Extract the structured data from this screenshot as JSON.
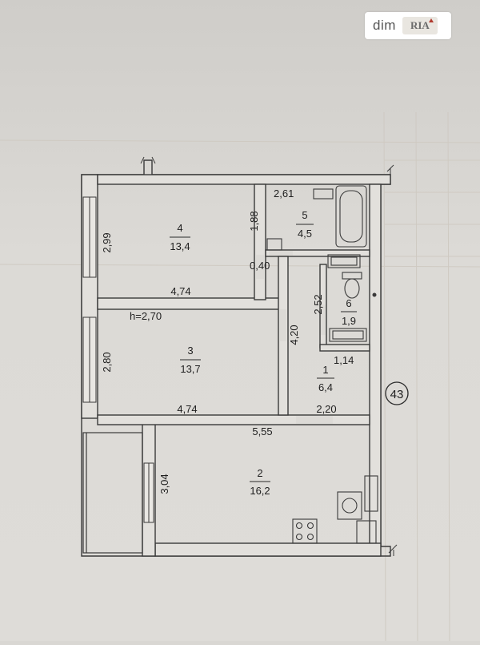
{
  "watermark": {
    "brand_text": "dim",
    "logo_text": "RIA"
  },
  "plan": {
    "apartment_number": "43",
    "ceiling_height": "h=2,70",
    "rooms": [
      {
        "number": "4",
        "area": "13,4"
      },
      {
        "number": "3",
        "area": "13,7"
      },
      {
        "number": "5",
        "area": "4,5"
      },
      {
        "number": "6",
        "area": "1,9"
      },
      {
        "number": "1",
        "area": "6,4"
      },
      {
        "number": "2",
        "area": "16,2"
      }
    ],
    "dimensions": {
      "room4_height": "2,99",
      "room4_width": "4,74",
      "room3_height": "2,80",
      "room3_width": "4,74",
      "bath_width": "2,61",
      "bath_height": "1,88",
      "wall_gap": "0,40",
      "toilet_height": "2,52",
      "corridor_height": "4,20",
      "corridor_top_width": "1,14",
      "corridor_width": "2,20",
      "kitchen_width": "5,55",
      "kitchen_height": "3,04"
    }
  },
  "colors": {
    "paper": "#dcdad6",
    "ink": "#3a3a3a",
    "wall_fill": "#e2e0dc"
  }
}
